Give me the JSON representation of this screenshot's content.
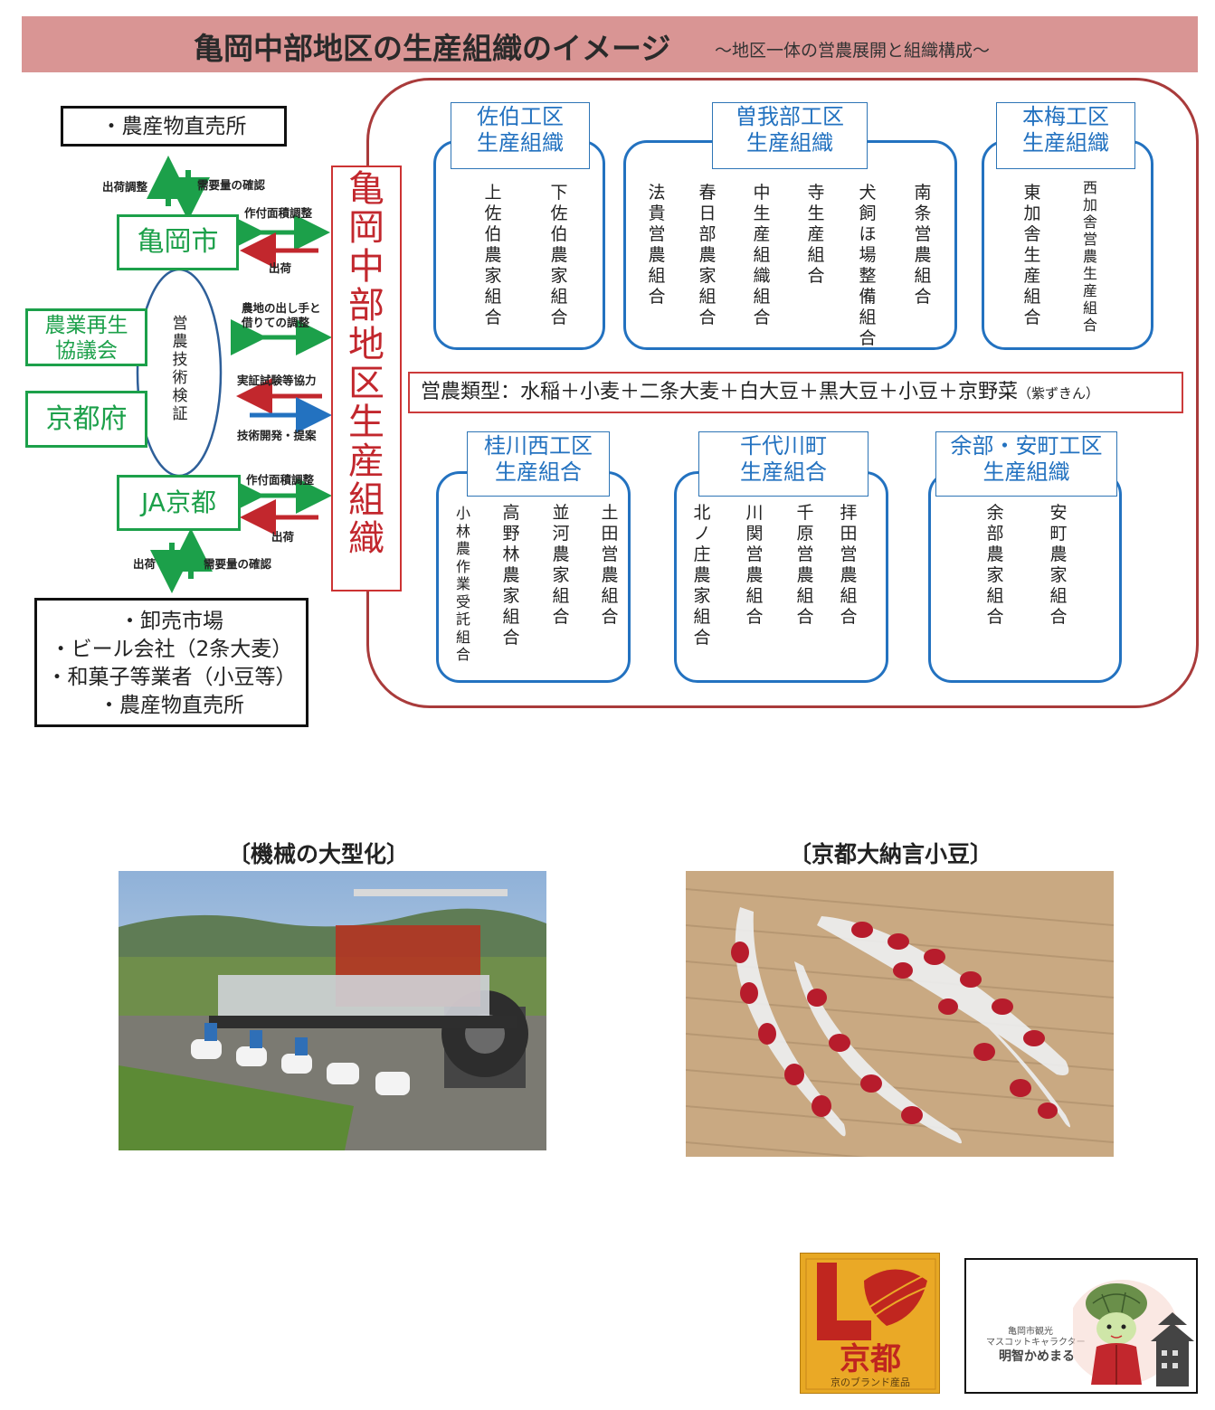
{
  "title": {
    "main": "亀岡中部地区の生産組織のイメージ",
    "sub": "～地区一体の営農展開と組織構成～"
  },
  "left": {
    "direct_sales": "・農産物直売所",
    "shipping_adjust": "出荷調整",
    "demand_check": "需要量の確認",
    "city": "亀岡市",
    "acreage_adjust_1": "作付面積調整",
    "shipment_1": "出荷",
    "land_adjust_line1": "農地の出し手と",
    "land_adjust_line2": "借りての調整",
    "council_line1": "農業再生",
    "council_line2": "協議会",
    "vertical_label": "営農技術検証",
    "demo_test": "実証試験等協力",
    "prefecture": "京都府",
    "tech_dev": "技術開発・提案",
    "ja": "JA京都",
    "acreage_adjust_2": "作付面積調整",
    "shipment_2": "出荷",
    "shipment_3": "出荷",
    "demand_check_2": "需要量の確認",
    "buyers": [
      "・卸売市場",
      "・ビール会社（2条大麦）",
      "・和菓子等業者（小豆等）",
      "・農産物直売所"
    ]
  },
  "district_label": "亀岡中部地区生産組織",
  "groups": [
    {
      "label_line1": "佐伯工区",
      "label_line2": "生産組織",
      "members": [
        "上佐伯農家組合",
        "下佐伯農家組合"
      ]
    },
    {
      "label_line1": "曽我部工区",
      "label_line2": "生産組織",
      "members": [
        "法貴営農組合",
        "春日部農家組合",
        "中生産組織組合",
        "寺生産組合",
        "犬飼ほ場整備組合",
        "南条営農組合"
      ]
    },
    {
      "label_line1": "本梅工区",
      "label_line2": "生産組織",
      "members": [
        "東加舎生産組合",
        "西加舎営農生産組合"
      ]
    },
    {
      "label_line1": "桂川西工区",
      "label_line2": "生産組合",
      "members": [
        "小林農作業受託組合",
        "高野林農家組合",
        "並河農家組合",
        "土田営農組合"
      ]
    },
    {
      "label_line1": "千代川町",
      "label_line2": "生産組合",
      "members": [
        "北ノ庄農家組合",
        "川関営農組合",
        "千原営農組合",
        "拝田営農組合"
      ]
    },
    {
      "label_line1": "余部・安町工区",
      "label_line2": "生産組織",
      "members": [
        "余部農家組合",
        "安町農家組合"
      ]
    }
  ],
  "farm_type": {
    "text": "営農類型：水稲＋小麦＋二条大麦＋白大豆＋黒大豆＋小豆＋京野菜",
    "note": "（紫ずきん）"
  },
  "photos": {
    "tractor_caption": "〔機械の大型化〕",
    "beans_caption": "〔京都大納言小豆〕"
  },
  "logos": {
    "brand_main": "京都",
    "brand_sub": "京のブランド産品",
    "mascot_line1": "亀岡市観光",
    "mascot_line2": "マスコットキャラクター",
    "mascot_name": "明智かめまる"
  },
  "colors": {
    "title_band": "#d99594",
    "green": "#1ca04a",
    "dark_red": "#a93b3b",
    "red": "#c2272d",
    "blue": "#2372c0"
  }
}
